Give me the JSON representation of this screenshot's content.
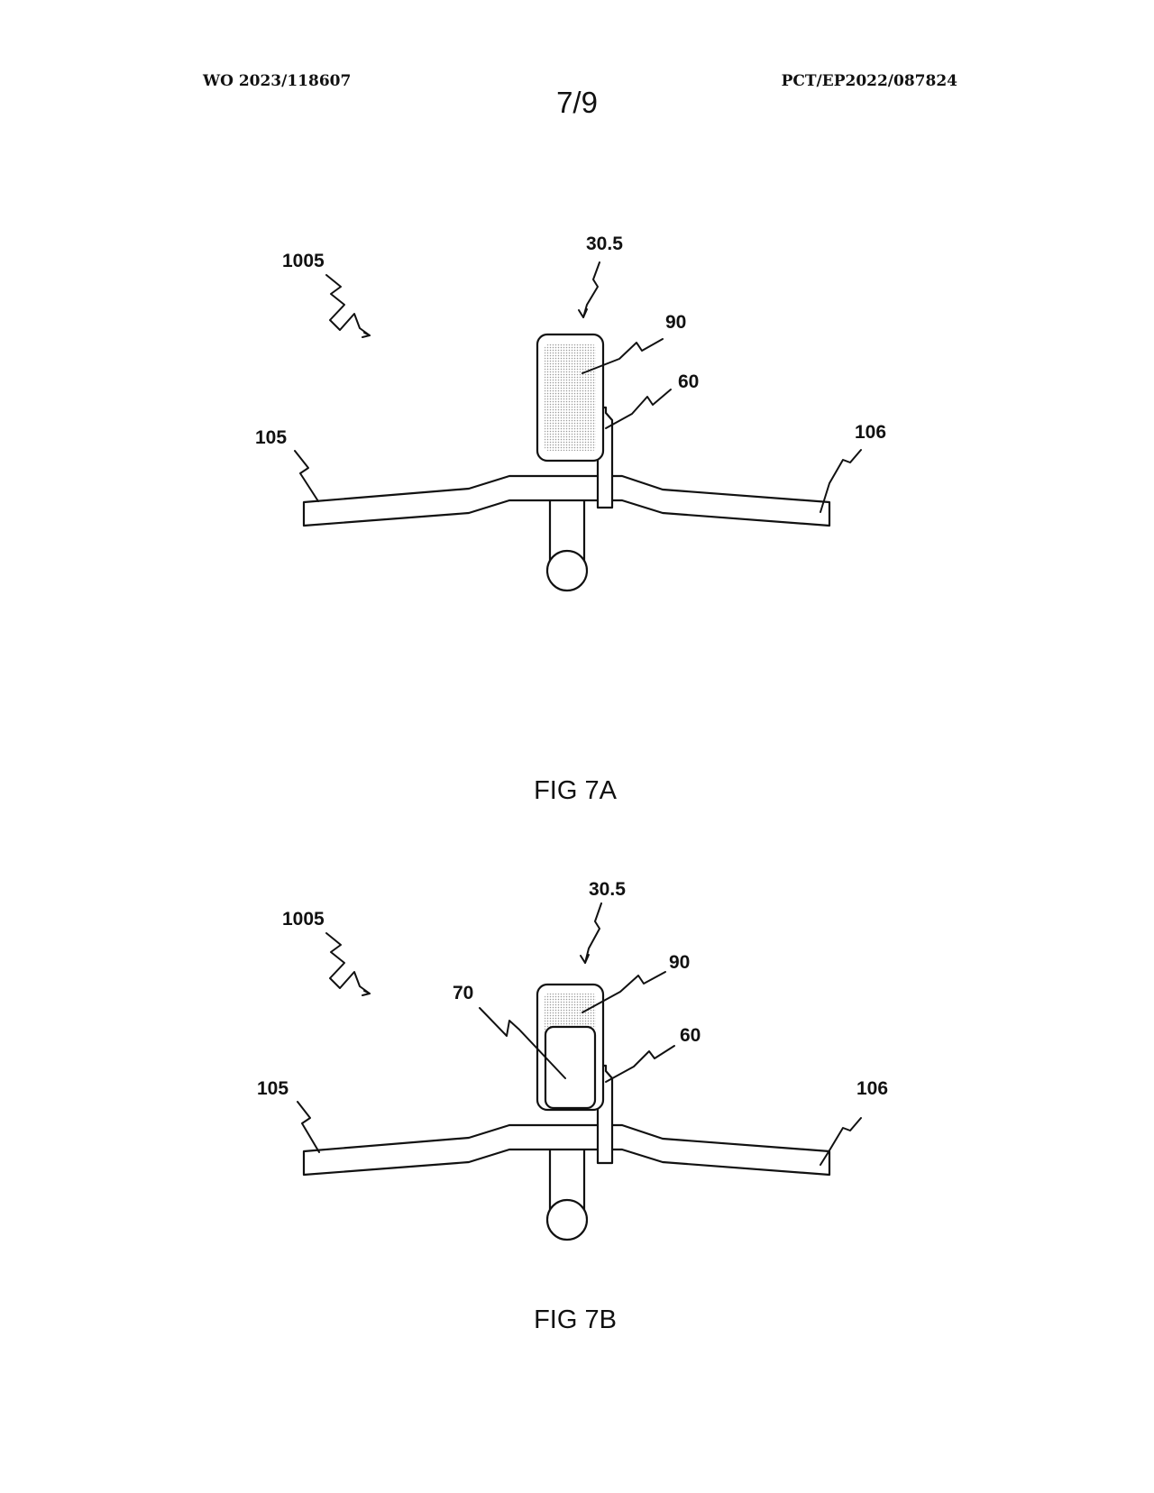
{
  "header": {
    "publication_number": "WO 2023/118607",
    "application_number": "PCT/EP2022/087824",
    "sheet": "7/9"
  },
  "figures": [
    {
      "caption": "FIG 7A",
      "labels": {
        "assembly": "1005",
        "device": "30.5",
        "fill": "90",
        "mount": "60",
        "left_bar": "105",
        "right_bar": "106"
      }
    },
    {
      "caption": "FIG 7B",
      "labels": {
        "assembly": "1005",
        "device": "30.5",
        "fill": "90",
        "insert": "70",
        "mount": "60",
        "left_bar": "105",
        "right_bar": "106"
      }
    }
  ],
  "colors": {
    "line": "#111111",
    "fill_dots": "#bfbfbf"
  }
}
